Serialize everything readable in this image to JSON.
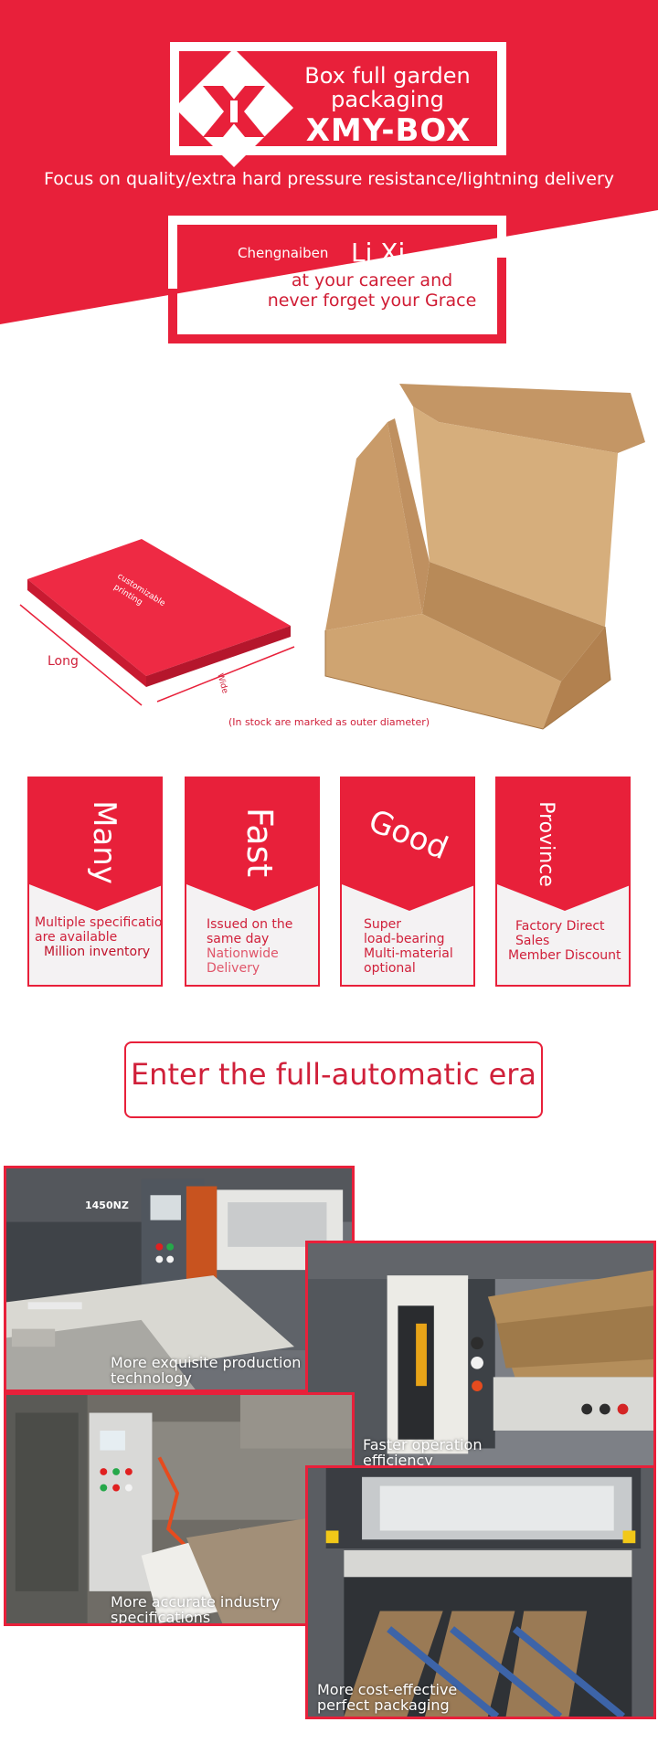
{
  "hero": {
    "brand_line1": "Box full garden",
    "brand_line2": "packaging",
    "brand_name": "XMY-BOX",
    "tagline": "Focus on quality/extra hard pressure resistance/lightning delivery",
    "card_label": "Chengnaiben",
    "card_name": "Li Xi",
    "card_line1": "at your career and",
    "card_line2": "never forget your Grace"
  },
  "box": {
    "printing_label_1": "customizable",
    "printing_label_2": "printing",
    "long_label": "Long",
    "wide_label": "Wide",
    "stock_note": "(In stock are marked as outer diameter)"
  },
  "features": [
    {
      "word": "Many",
      "lines": [
        "Multiple specifications",
        "are available",
        "Million inventory"
      ]
    },
    {
      "word": "Fast",
      "lines": [
        "Issued on the",
        "same day",
        "Nationwide",
        "Delivery"
      ]
    },
    {
      "word": "Good",
      "lines": [
        "Super",
        "load-bearing",
        "Multi-material",
        "optional"
      ]
    },
    {
      "word": "Province",
      "lines": [
        "Factory Direct",
        "Sales",
        "Member Discount"
      ]
    }
  ],
  "automatic": {
    "title": "Enter the full-automatic era"
  },
  "photos": [
    {
      "machine_label": "1450NZ",
      "caption_1": "More exquisite production",
      "caption_2": "technology"
    },
    {
      "caption_1": "Faster operation",
      "caption_2": "efficiency"
    },
    {
      "caption_1": "More accurate industry",
      "caption_2": "specifications"
    },
    {
      "caption_1": "More cost-effective",
      "caption_2": "perfect packaging"
    }
  ],
  "colors": {
    "brand_red": "#e8203a",
    "dark_red": "#d0203a",
    "kraft": "#c9a06c"
  }
}
